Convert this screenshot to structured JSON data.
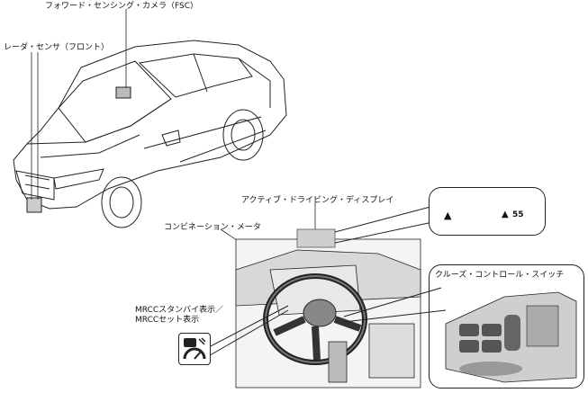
{
  "labels": {
    "fsc": "フォワード・センシング・カメラ（FSC）",
    "radar": "レーダ・センサ（フロント）",
    "active_display": "アクティブ・ドライビング・ディスプレイ",
    "combination_meter": "コンビネーション・メータ",
    "mrcc_standby": "MRCCスタンバイ表示／",
    "mrcc_set": "MRCCセット表示",
    "cruise_switch": "クルーズ・コントロール・スイッチ"
  },
  "display": {
    "speed_value": "55"
  },
  "icons": {
    "car_front_icon": "vehicle-ahead-icon",
    "distance_icon": "set-distance-icon",
    "mrcc_icon": "mrcc-indicator-icon"
  }
}
